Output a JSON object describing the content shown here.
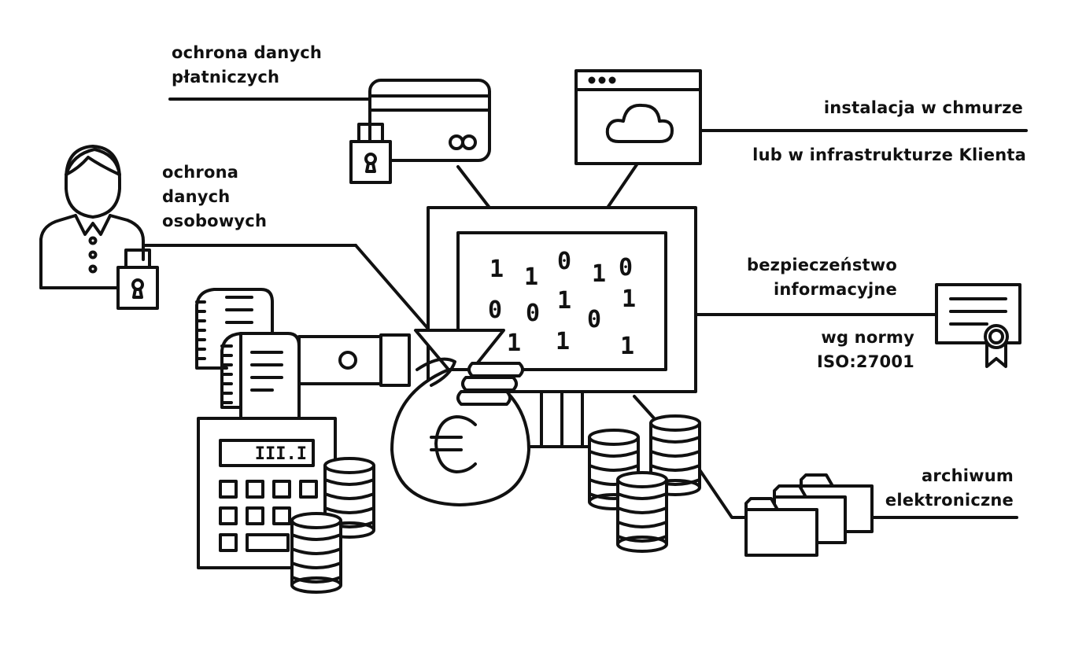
{
  "labels": {
    "payment_protection": [
      "ochrona danych",
      "płatniczych"
    ],
    "personal_protection": [
      "ochrona",
      "danych",
      "osobowych"
    ],
    "cloud_install": "instalacja w chmurze",
    "client_infra": "lub w infrastrukturze Klienta",
    "info_security": [
      "bezpieczeństwo",
      "informacyjne"
    ],
    "iso_norm": [
      "wg normy",
      "ISO:27001"
    ],
    "archive": [
      "archiwum",
      "elektroniczne"
    ],
    "display_readout": "III.I"
  },
  "binary_digits": [
    "1",
    "1",
    "0",
    "1",
    "0",
    "0",
    "0",
    "1",
    "0",
    "1",
    "1",
    "1",
    "1"
  ],
  "colors": {
    "stroke": "#111111",
    "background": "#ffffff"
  },
  "icons": [
    "user-icon",
    "padlock-icon",
    "credit-card-icon",
    "browser-window-icon",
    "cloud-icon",
    "monitor-icon",
    "certificate-icon",
    "money-bag-icon",
    "euro-icon",
    "calculator-icon",
    "receipt-icon",
    "coin-stack-icon",
    "folder-icon",
    "hand-icon"
  ]
}
